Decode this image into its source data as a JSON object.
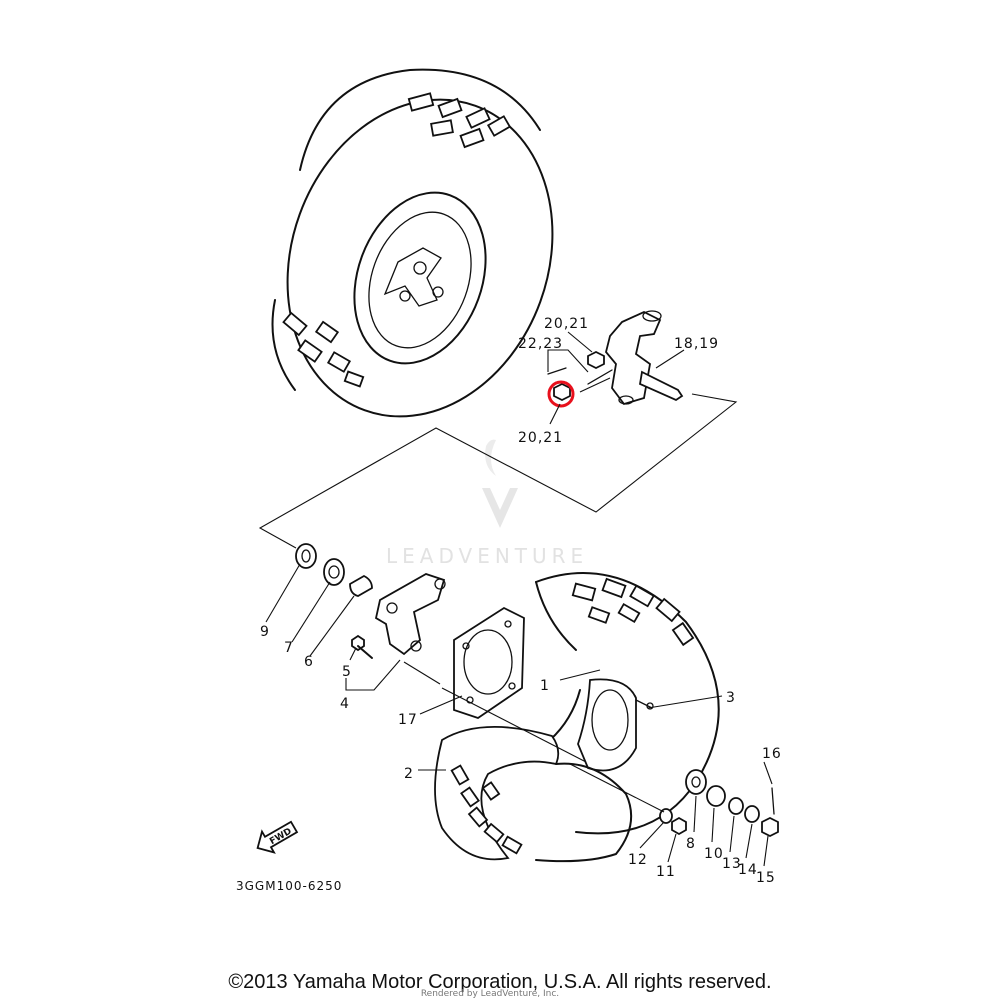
{
  "parts": {
    "p20_21_top": "20,21",
    "p22_23": "22,23",
    "p18_19": "18,19",
    "p20_21_bottom": "20,21",
    "p9": "9",
    "p7": "7",
    "p6": "6",
    "p5": "5",
    "p4": "4",
    "p17": "17",
    "p1": "1",
    "p3": "3",
    "p2": "2",
    "p16": "16",
    "p8": "8",
    "p10": "10",
    "p12": "12",
    "p11": "11",
    "p13": "13",
    "p14": "14",
    "p15": "15"
  },
  "fwd_arrow_label": "FWD",
  "diagram_code": "3GGM100-6250",
  "watermark": "LEADVENTURE",
  "copyright": "©2013 Yamaha Motor Corporation, U.S.A. All rights reserved.",
  "rendered_by": "Rendered by LeadVenture, Inc.",
  "highlight_color": "#e8101c"
}
